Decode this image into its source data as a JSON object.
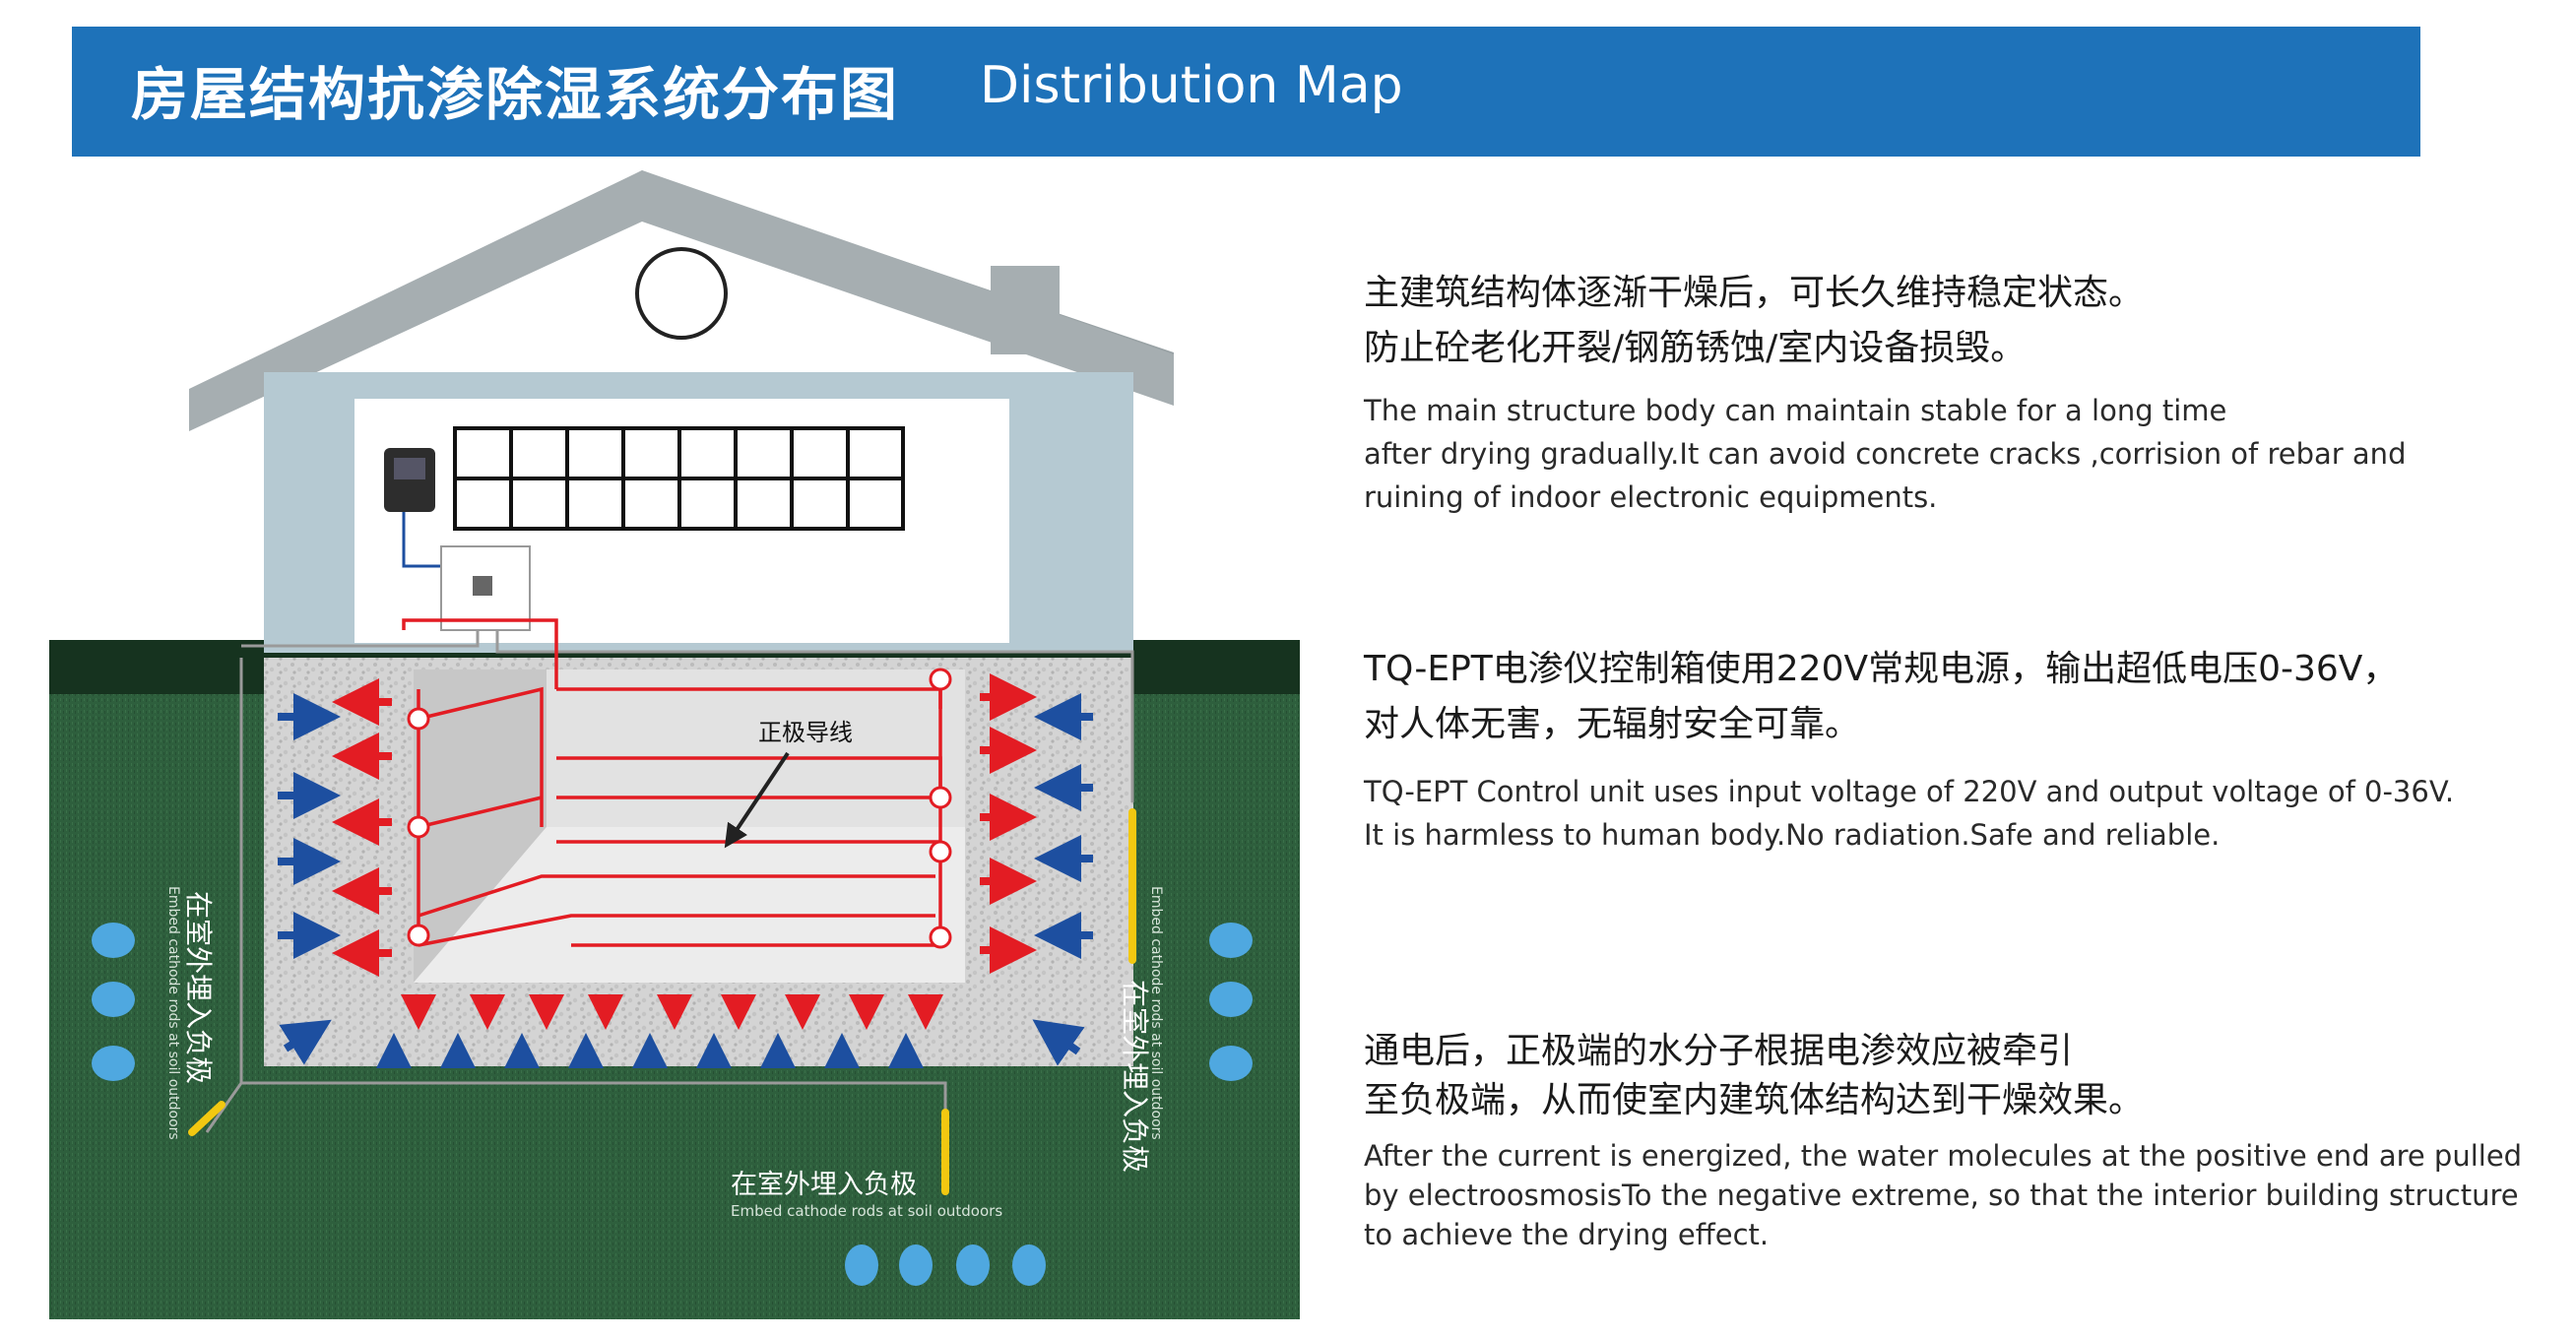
{
  "header": {
    "title_cn": "房屋结构抗渗除湿系统分布图",
    "title_en": "Distribution Map"
  },
  "diagram": {
    "positive_wire_label": "正极导线",
    "cathode_label_cn": "在室外埋入负极",
    "cathode_label_en": "Embed cathode rods at soil outdoors",
    "colors": {
      "header": "#1e72b9",
      "grass": "#2c5c3a",
      "positive": "#e31c23",
      "negative": "#1d4fa0",
      "rod": "#f2c811",
      "wall": "#b5c9d2"
    }
  },
  "sections": [
    {
      "cn_lines": [
        "主建筑结构体逐渐干燥后，可长久维持稳定状态。",
        "防止砼老化开裂/钢筋锈蚀/室内设备损毁。"
      ],
      "en_lines": [
        "The main structure body can maintain stable for a long time",
        "after drying gradually.It can avoid concrete cracks ,corrision of rebar and",
        "ruining of indoor electronic equipments."
      ]
    },
    {
      "cn_lines": [
        "TQ-EPT电渗仪控制箱使用220V常规电源，输出超低电压0-36V，",
        "对人体无害，无辐射安全可靠。"
      ],
      "en_lines": [
        "TQ-EPT Control unit uses input voltage of 220V and output voltage of 0-36V.",
        "It is harmless to human body.No radiation.Safe and reliable."
      ]
    },
    {
      "cn_lines": [
        "通电后，正极端的水分子根据电渗效应被牵引",
        "至负极端，从而使室内建筑体结构达到干燥效果。"
      ],
      "en_lines": [
        "After the current is energized, the water molecules at the positive end are pulled",
        "by electroosmosisTo the negative extreme, so that the interior building structure",
        "to achieve the drying effect."
      ]
    }
  ]
}
